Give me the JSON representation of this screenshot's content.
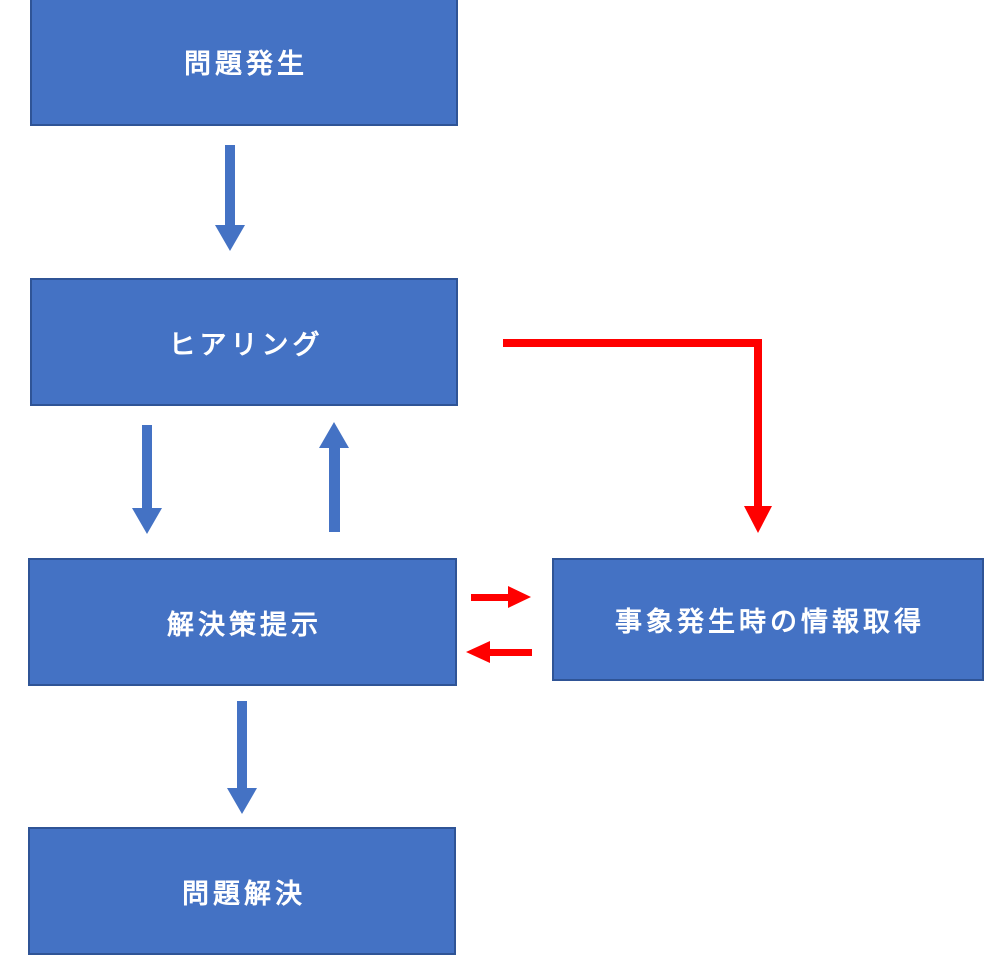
{
  "diagram": {
    "type": "flowchart",
    "nodes": [
      {
        "id": "problem",
        "label": "問題発生"
      },
      {
        "id": "hearing",
        "label": "ヒアリング"
      },
      {
        "id": "solution",
        "label": "解決策提示"
      },
      {
        "id": "info",
        "label": "事象発生時の情報取得"
      },
      {
        "id": "resolved",
        "label": "問題解決"
      }
    ],
    "edges": [
      {
        "from": "problem",
        "to": "hearing",
        "color": "blue",
        "shape": "straight-down"
      },
      {
        "from": "hearing",
        "to": "solution",
        "color": "blue",
        "shape": "straight-down"
      },
      {
        "from": "solution",
        "to": "hearing",
        "color": "blue",
        "shape": "straight-up"
      },
      {
        "from": "hearing",
        "to": "info",
        "color": "red",
        "shape": "elbow-right-down"
      },
      {
        "from": "solution",
        "to": "info",
        "color": "red",
        "shape": "straight-right"
      },
      {
        "from": "info",
        "to": "solution",
        "color": "red",
        "shape": "straight-left"
      },
      {
        "from": "solution",
        "to": "resolved",
        "color": "blue",
        "shape": "straight-down"
      }
    ],
    "colors": {
      "node_fill": "#4472C4",
      "node_border": "#2F5496",
      "node_text": "#FFFFFF",
      "flow_arrow": "#4472C4",
      "feedback_arrow": "#FF0000",
      "background": "#FFFFFF"
    }
  }
}
